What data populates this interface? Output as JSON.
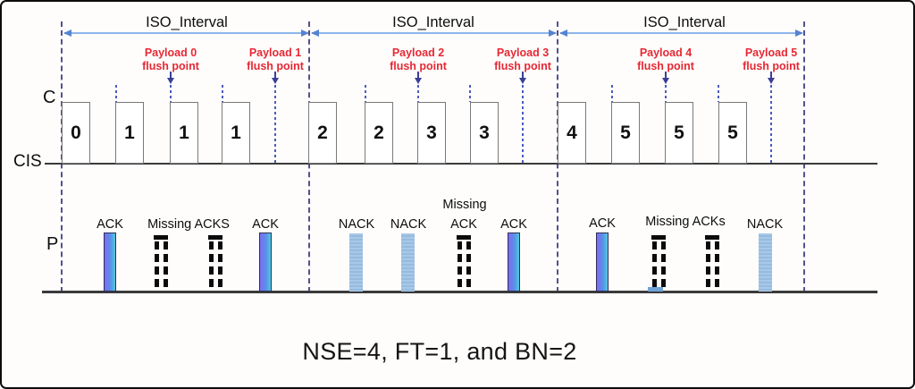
{
  "intervals": [
    {
      "label": "ISO_Interval"
    },
    {
      "label": "ISO_Interval"
    },
    {
      "label": "ISO_Interval"
    }
  ],
  "flush_points": [
    {
      "line1": "Payload 0",
      "line2": "flush point"
    },
    {
      "line1": "Payload 1",
      "line2": "flush point"
    },
    {
      "line1": "Payload 2",
      "line2": "flush point"
    },
    {
      "line1": "Payload 3",
      "line2": "flush point"
    },
    {
      "line1": "Payload 4",
      "line2": "flush point"
    },
    {
      "line1": "Payload 5",
      "line2": "flush point"
    }
  ],
  "labels": {
    "central": "C",
    "cis": "CIS",
    "peripheral": "P"
  },
  "c_boxes": [
    {
      "value": "0"
    },
    {
      "value": "1"
    },
    {
      "value": "1"
    },
    {
      "value": "1"
    },
    {
      "value": "2"
    },
    {
      "value": "2"
    },
    {
      "value": "3"
    },
    {
      "value": "3"
    },
    {
      "value": "4"
    },
    {
      "value": "5"
    },
    {
      "value": "5"
    },
    {
      "value": "5"
    }
  ],
  "p_responses": [
    {
      "type": "ack",
      "label": "ACK"
    },
    {
      "type": "missing-pair",
      "label": "Missing ACKS"
    },
    {
      "type": "ack",
      "label": "ACK"
    },
    {
      "type": "nack",
      "label": "NACK"
    },
    {
      "type": "nack",
      "label": "NACK"
    },
    {
      "type": "missing",
      "label_top": "Missing",
      "label": "ACK"
    },
    {
      "type": "ack",
      "label": "ACK"
    },
    {
      "type": "ack",
      "label": "ACK"
    },
    {
      "type": "missing-pair",
      "label": "Missing ACKs"
    },
    {
      "type": "nack",
      "label": "NACK"
    }
  ],
  "caption": "NSE=4, FT=1, and BN=2",
  "colors": {
    "iso_arrow_line": "#8cb6ea",
    "iso_arrow_head": "#5583d0",
    "interval_boundary_dash": "#52528c",
    "subevent_dash": "#4c5cc0",
    "flush_text_red": "#e62834",
    "ack_gradient_left": "#7d6cf2",
    "ack_gradient_right": "#4fc9de",
    "nack_fill": "#a8c8e8",
    "missing_bar": "#0b0b0b",
    "timeline": "#3a3a3a"
  }
}
